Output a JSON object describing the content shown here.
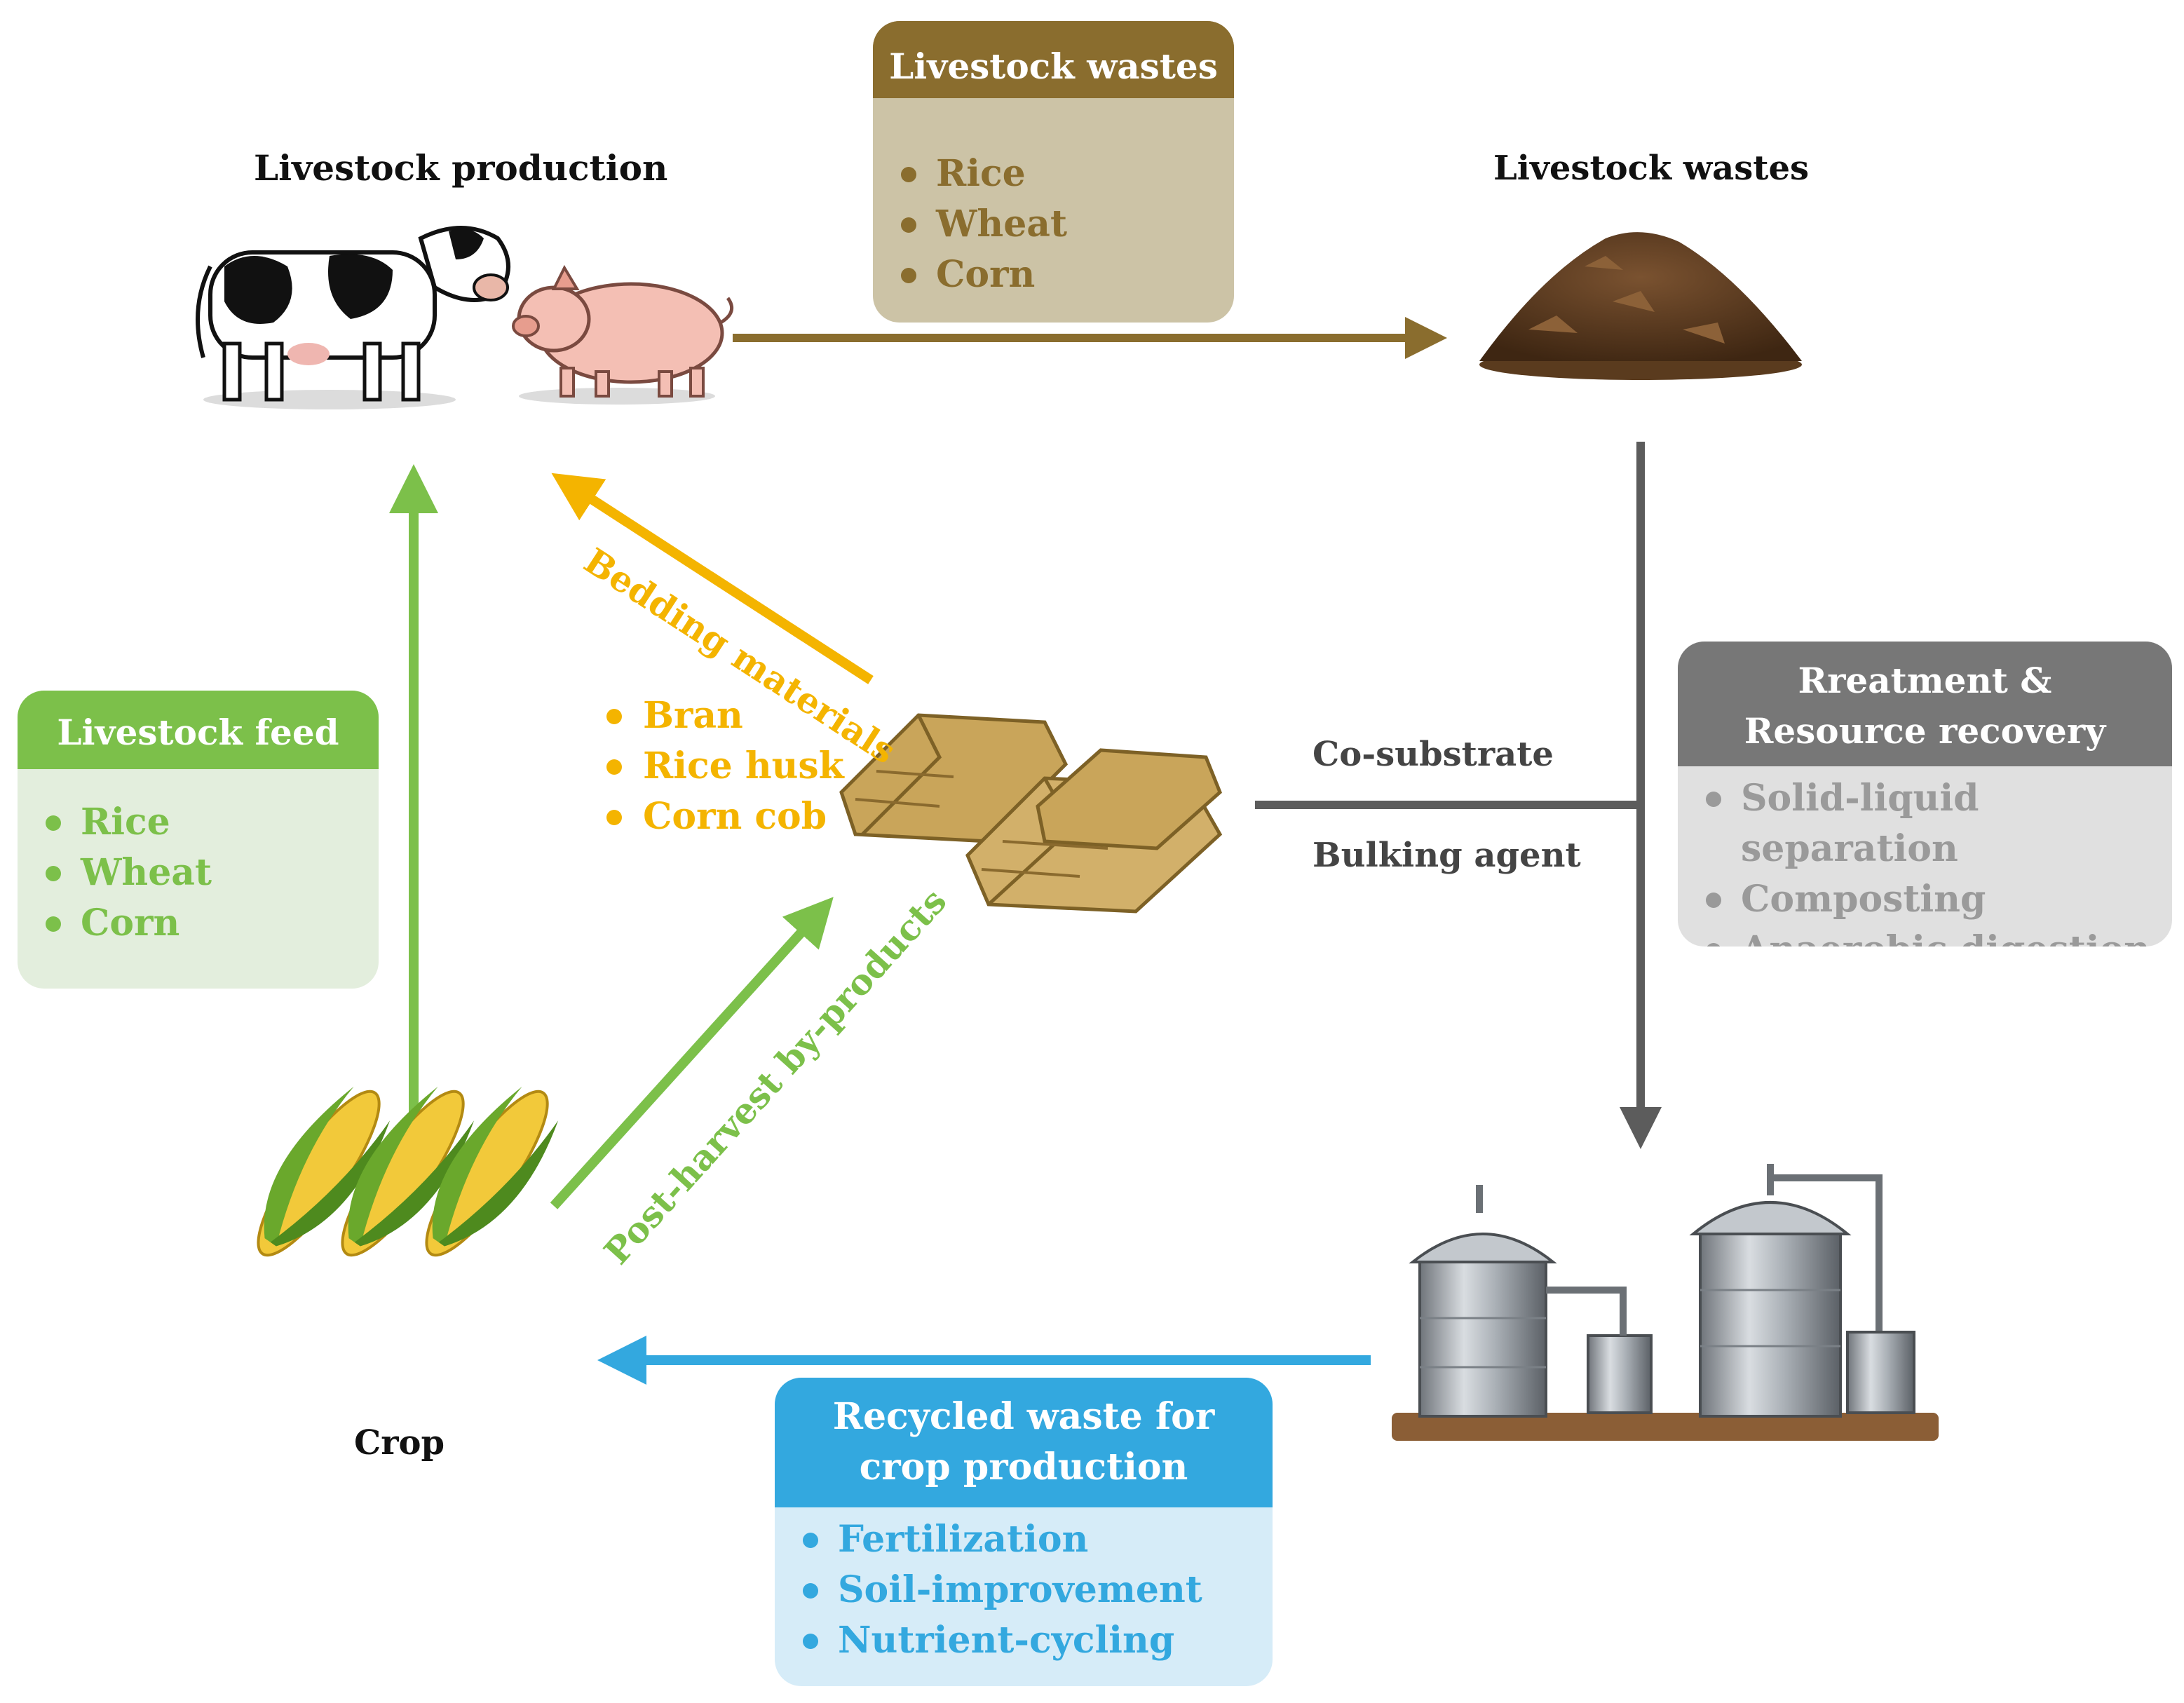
{
  "colors": {
    "brown": "#8a6d2e",
    "green": "#7cc04a",
    "yellow": "#f4b400",
    "grey": "#5c5c5c",
    "blue": "#33a8df"
  },
  "icons": [
    "cow-icon",
    "pig-icon",
    "manure-pile-icon",
    "hay-bale-icon",
    "corn-icon",
    "biogas-digester-icon"
  ],
  "nodes": {
    "livestock": "Livestock production",
    "wastes": "Livestock wastes",
    "crop": "Crop"
  },
  "wastes_box": {
    "title": "Livestock wastes",
    "items": [
      "Rice",
      "Wheat",
      "Corn"
    ]
  },
  "feed_box": {
    "title": "Livestock feed",
    "items": [
      "Rice",
      "Wheat",
      "Corn"
    ]
  },
  "byproducts": [
    "Bran",
    "Rice husk",
    "Corn cob"
  ],
  "edges": {
    "bedding": "Bedding materials",
    "post_harvest": "Post-harvest by-products",
    "co_substrate": "Co-substrate",
    "bulking": "Bulking agent"
  },
  "treatment_box": {
    "title_line1": "Rreatment &",
    "title_line2": "Resource recovery",
    "items": [
      "Solid-liquid separation",
      "Composting",
      "Anaerobic digestion"
    ]
  },
  "recycled_box": {
    "title_line1": "Recycled waste for",
    "title_line2": "crop production",
    "items": [
      "Fertilization",
      "Soil-improvement",
      "Nutrient-cycling"
    ]
  }
}
